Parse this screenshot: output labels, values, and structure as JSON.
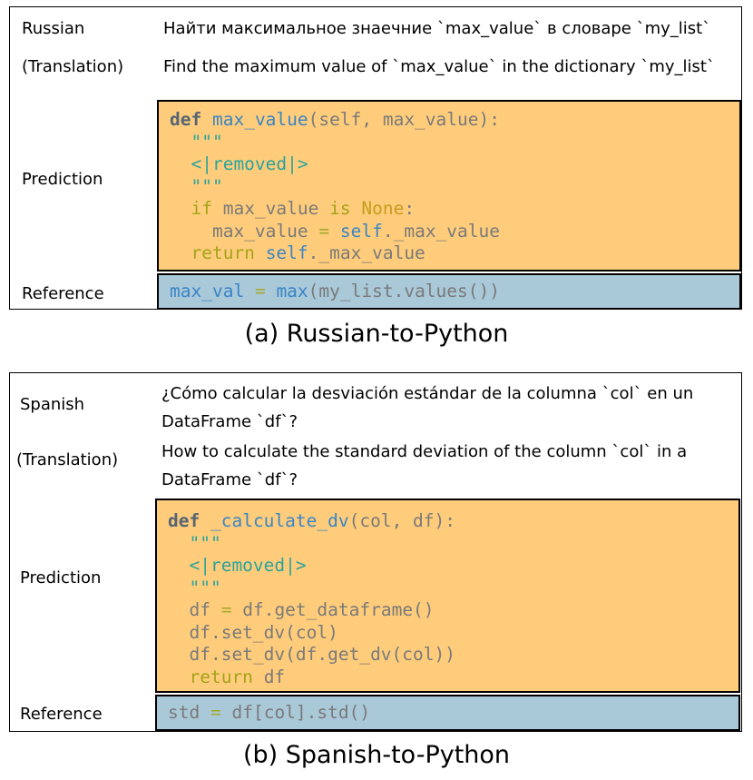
{
  "example_a": {
    "source_label": "Russian",
    "source_text": "Найти максимальное знаечние `max_value` в словаре `my_list`",
    "translation_label": "(Translation)",
    "translation_text": "Find the maximum value of `max_value` in the dictionary `my_list`",
    "prediction_label": "Prediction",
    "reference_label": "Reference",
    "prediction_code": {
      "l1_kw": "def",
      "l1_fn": "max_value",
      "l1_rest": "(self, max_value):",
      "doc_open": "\"\"\"",
      "removed": "<|removed|>",
      "doc_close": "\"\"\"",
      "l5_if": "if",
      "l5_var": "max_value",
      "l5_is": "is",
      "l5_none": "None",
      "l5_colon": ":",
      "l6_var": "max_value",
      "l6_eq": "=",
      "l6_self": "self",
      "l6_attr": "._max_value",
      "l7_ret": "return",
      "l7_self": "self",
      "l7_attr": "._max_value"
    },
    "reference_code": {
      "var": "max_val",
      "eq": "=",
      "fn": "max",
      "rest": "(my_list.values())"
    },
    "caption": "(a) Russian-to-Python"
  },
  "example_b": {
    "source_label": "Spanish",
    "source_text_1": "¿Cómo calcular la desviación estándar de la columna `col` en un",
    "source_text_2": "DataFrame `df`?",
    "translation_label": "(Translation)",
    "translation_text_1": "How to calculate the standard deviation of the column `col` in a",
    "translation_text_2": "DataFrame `df`?",
    "prediction_label": "Prediction",
    "reference_label": "Reference",
    "prediction_code": {
      "l1_kw": "def",
      "l1_fn": "_calculate_dv",
      "l1_rest": "(col, df):",
      "doc_open": "\"\"\"",
      "removed": "<|removed|>",
      "doc_close": "\"\"\"",
      "l5_var": "df",
      "l5_eq": "=",
      "l5_rest": "df.get_dataframe()",
      "l6": "df.set_dv(col)",
      "l7": "df.set_dv(df.get_dv(col))",
      "l8_ret": "return",
      "l8_rest": "df"
    },
    "reference_code": {
      "var": "std",
      "eq": "=",
      "rest": "df[col].std()"
    },
    "caption": "(b) Spanish-to-Python"
  }
}
